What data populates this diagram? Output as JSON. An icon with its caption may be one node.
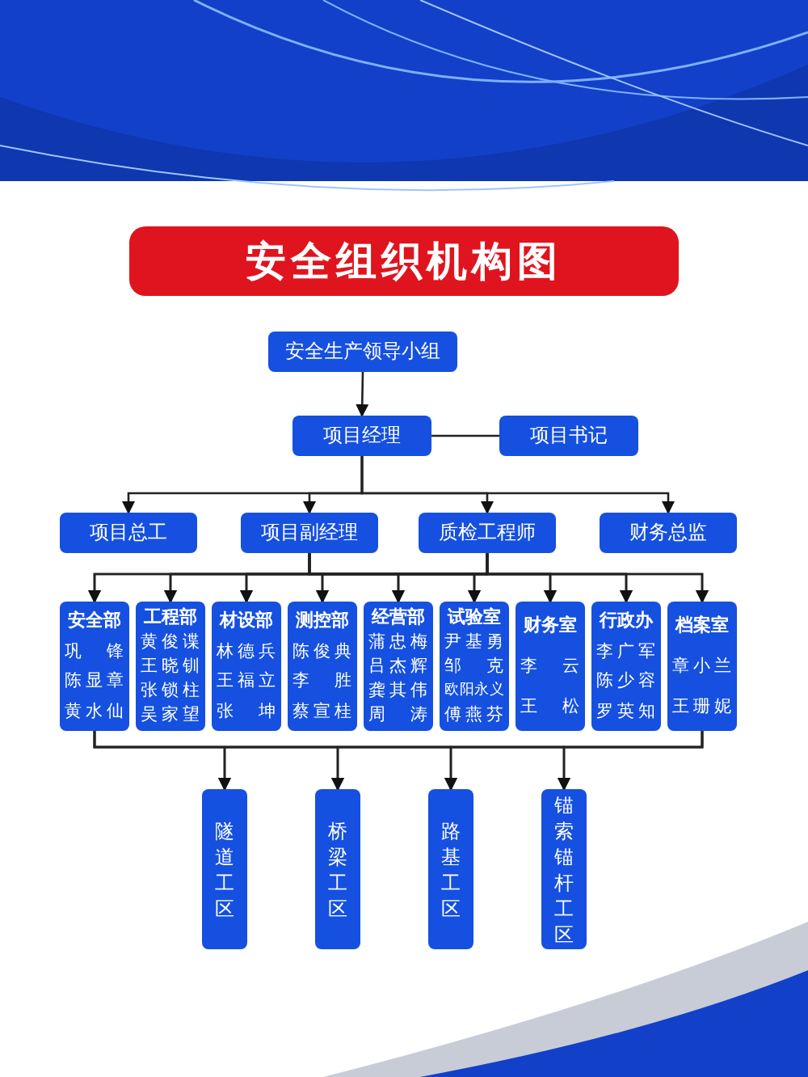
{
  "diagram": {
    "title": "安全组织机构图",
    "nodes": [
      {
        "text": [
          "安全生产领导小组"
        ]
      },
      {
        "text": [
          "项目经理"
        ]
      },
      {
        "text": [
          "项目书记"
        ]
      },
      {
        "text": [
          "项目总工"
        ]
      },
      {
        "text": [
          "项目副经理"
        ]
      },
      {
        "text": [
          "质检工程师"
        ]
      },
      {
        "text": [
          "财务总监"
        ]
      },
      {
        "text": [
          "安全部",
          "巩锋",
          "陈显章",
          "黄水仙"
        ]
      },
      {
        "text": [
          "工程部",
          "黄俊谍",
          "王晓钏",
          "张锁柱",
          "吴家望"
        ]
      },
      {
        "text": [
          "材设部",
          "林德兵",
          "王福立",
          "张坤"
        ]
      },
      {
        "text": [
          "测控部",
          "陈俊典",
          "李胜",
          "蔡宣桂"
        ]
      },
      {
        "text": [
          "经营部",
          "蒲忠梅",
          "吕杰辉",
          "龚其伟",
          "周涛"
        ]
      },
      {
        "text": [
          "试验室",
          "尹基勇",
          "邹克",
          "欧阳永义",
          "傅燕芬"
        ]
      },
      {
        "text": [
          "财务室",
          "李云",
          "王松"
        ]
      },
      {
        "text": [
          "行政办",
          "李广军",
          "陈少容",
          "罗英知"
        ]
      },
      {
        "text": [
          "档案室",
          "章小兰",
          "王珊妮"
        ]
      },
      {
        "text": [
          "隧道工区"
        ]
      },
      {
        "text": [
          "桥梁工区"
        ]
      },
      {
        "text": [
          "路基工区"
        ]
      },
      {
        "text": [
          "锚索锚杆工区"
        ]
      }
    ],
    "edges": [
      {
        "from": 0,
        "to": 1,
        "arrow": "to"
      },
      {
        "from": 1,
        "to": 2,
        "arrow": "none"
      },
      {
        "from": 1,
        "to": 3,
        "arrow": "to"
      },
      {
        "from": 1,
        "to": 4,
        "arrow": "to"
      },
      {
        "from": 1,
        "to": 5,
        "arrow": "to"
      },
      {
        "from": 1,
        "to": 6,
        "arrow": "to"
      },
      {
        "from": 4,
        "to": 7,
        "arrow": "to"
      },
      {
        "from": 4,
        "to": 8,
        "arrow": "to"
      },
      {
        "from": 4,
        "to": 9,
        "arrow": "to"
      },
      {
        "from": 4,
        "to": 10,
        "arrow": "to"
      },
      {
        "from": 4,
        "to": 11,
        "arrow": "to"
      },
      {
        "from": 4,
        "to": 12,
        "arrow": "to"
      },
      {
        "from": 4,
        "to": 13,
        "arrow": "to"
      },
      {
        "from": 4,
        "to": 14,
        "arrow": "to"
      },
      {
        "from": 4,
        "to": 15,
        "arrow": "to"
      },
      {
        "from": 5,
        "to": 7,
        "arrow": "to"
      },
      {
        "from": 5,
        "to": 8,
        "arrow": "to"
      },
      {
        "from": 5,
        "to": 9,
        "arrow": "to"
      },
      {
        "from": 5,
        "to": 10,
        "arrow": "to"
      },
      {
        "from": 5,
        "to": 11,
        "arrow": "to"
      },
      {
        "from": 5,
        "to": 12,
        "arrow": "to"
      },
      {
        "from": 5,
        "to": 13,
        "arrow": "to"
      },
      {
        "from": 5,
        "to": 14,
        "arrow": "to"
      },
      {
        "from": 5,
        "to": 15,
        "arrow": "to"
      },
      {
        "from": 7,
        "to": 16,
        "arrow": "to"
      },
      {
        "from": 7,
        "to": 17,
        "arrow": "to"
      },
      {
        "from": 7,
        "to": 18,
        "arrow": "to"
      },
      {
        "from": 7,
        "to": 19,
        "arrow": "to"
      },
      {
        "from": 15,
        "to": 16,
        "arrow": "to"
      },
      {
        "from": 15,
        "to": 17,
        "arrow": "to"
      },
      {
        "from": 15,
        "to": 18,
        "arrow": "to"
      },
      {
        "from": 15,
        "to": 19,
        "arrow": "to"
      }
    ]
  }
}
